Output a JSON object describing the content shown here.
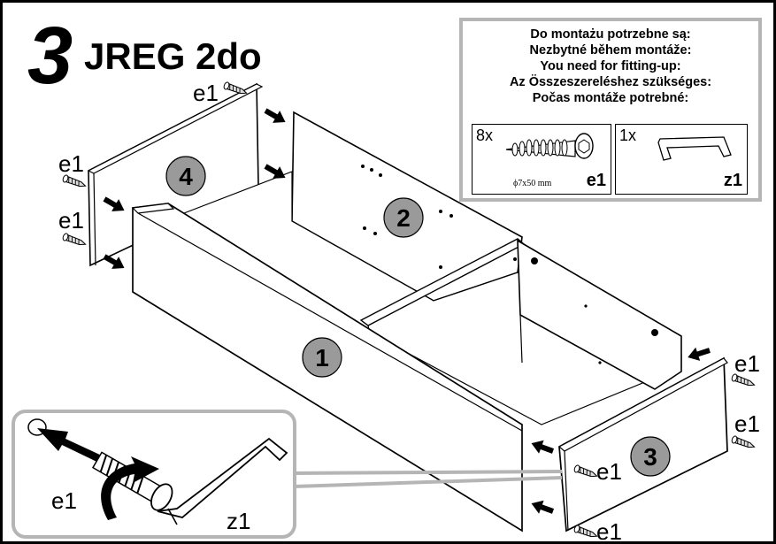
{
  "header": {
    "step_number": "3",
    "title": "JREG 2do"
  },
  "requirements": {
    "lines": [
      "Do montażu potrzebne są:",
      "Nezbytné během montáže:",
      "You need for fitting-up:",
      "Az Összeszereléshez szükséges:",
      "Počas montáže potrebné:"
    ],
    "parts": [
      {
        "qty": "8x",
        "code": "e1",
        "dimension": "ϕ7x50 mm",
        "icon": "screw-icon"
      },
      {
        "qty": "1x",
        "code": "z1",
        "icon": "allen-key-icon"
      }
    ]
  },
  "panels": {
    "p1": "1",
    "p2": "2",
    "p3": "3",
    "p4": "4"
  },
  "fastener_labels": {
    "e1_top": "e1",
    "e1_left_top": "e1",
    "e1_left_bottom": "e1",
    "e1_right_top": "e1",
    "e1_right_bottom": "e1",
    "e1_front_top": "e1",
    "e1_front_bottom": "e1"
  },
  "detail": {
    "screw_label": "e1",
    "key_label": "z1"
  }
}
